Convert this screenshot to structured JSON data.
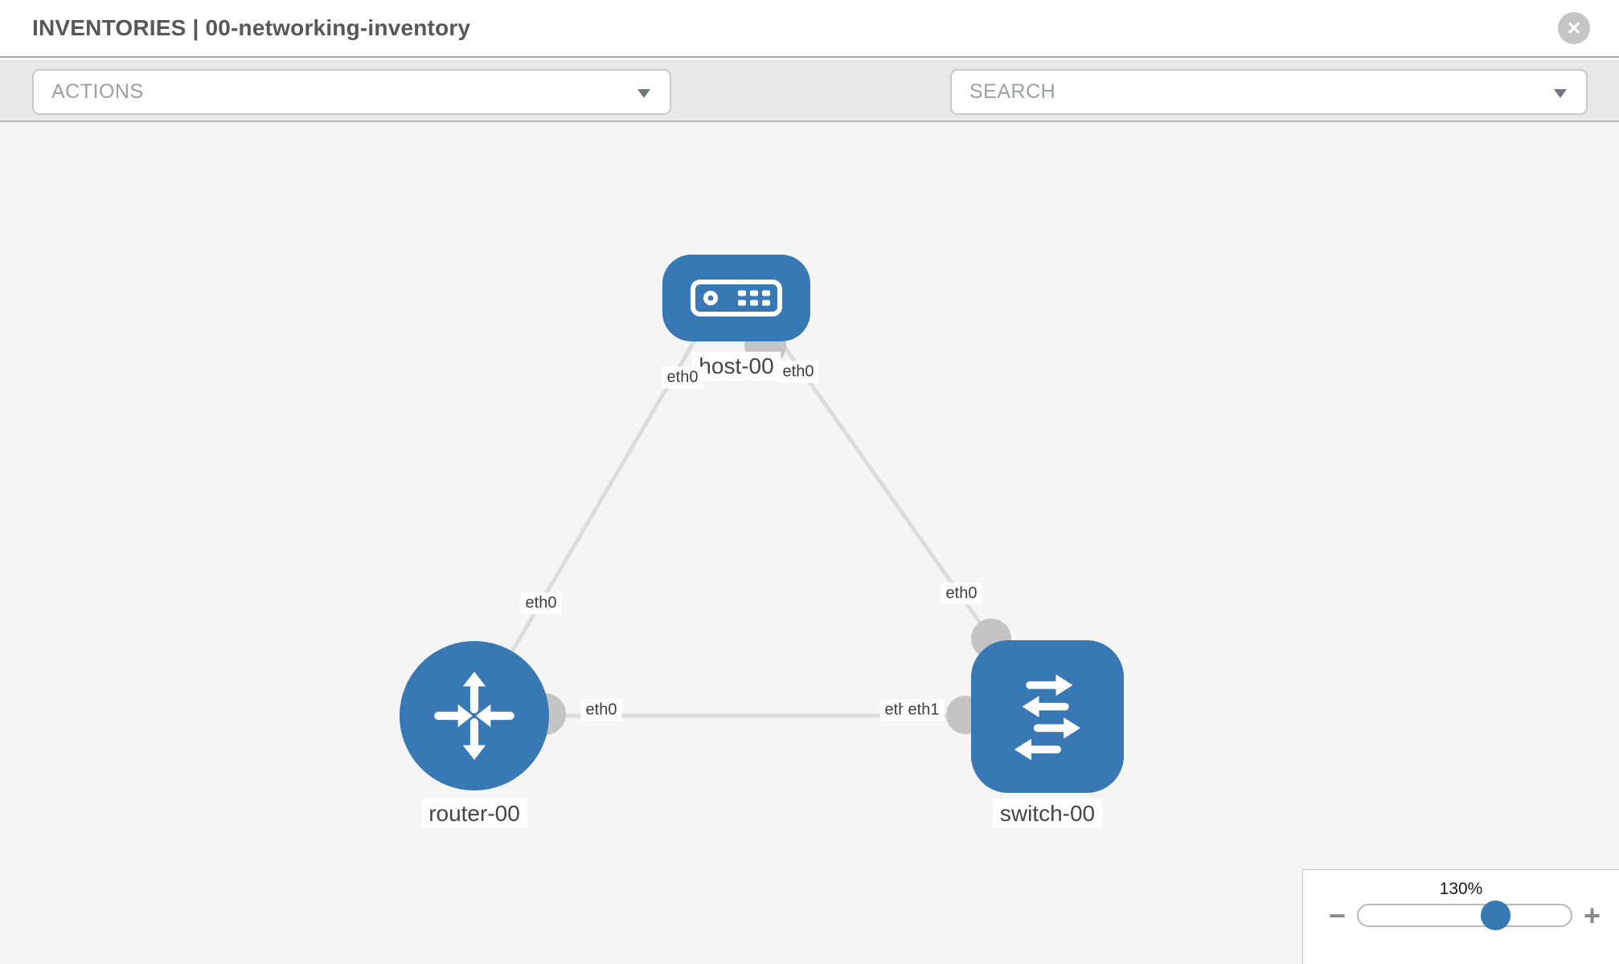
{
  "header": {
    "title": "INVENTORIES | 00-networking-inventory",
    "close_glyph": "✕"
  },
  "toolbar": {
    "actions_label": "ACTIONS",
    "search_label": "SEARCH",
    "icons": [
      "wrench-icon",
      "key-icon"
    ]
  },
  "topology": {
    "nodes": [
      {
        "id": "host-00",
        "label": "host-00",
        "type": "host",
        "icon": "server-icon"
      },
      {
        "id": "router-00",
        "label": "router-00",
        "type": "router",
        "icon": "router-arrows-icon"
      },
      {
        "id": "switch-00",
        "label": "switch-00",
        "type": "switch",
        "icon": "switch-arrows-icon"
      }
    ],
    "links": [
      {
        "source": "host-00",
        "source_iface": "eth0",
        "target": "router-00",
        "target_iface": "eth0"
      },
      {
        "source": "host-00",
        "source_iface": "eth0",
        "target": "switch-00",
        "target_iface": "eth0"
      },
      {
        "source": "router-00",
        "source_iface": "eth0",
        "target": "switch-00",
        "target_iface": "eth1"
      }
    ],
    "interface_labels": {
      "host_to_router": "eth0",
      "host_to_switch": "eth0",
      "router_to_host": "eth0",
      "switch_to_host": "eth0",
      "router_to_switch": "eth0",
      "switch_to_router_back": "eth0",
      "switch_to_router_front": "eth1"
    }
  },
  "zoom_control": {
    "level": "130%",
    "minus_label": "−",
    "plus_label": "+",
    "slider_percent": 58
  },
  "colors": {
    "node_blue": "#3878b4",
    "link_gray": "#dcdcdc",
    "endpoint_gray": "#c4c4c4",
    "canvas_bg": "#f5f5f5",
    "toolbar_bg": "#e8e8e8"
  }
}
